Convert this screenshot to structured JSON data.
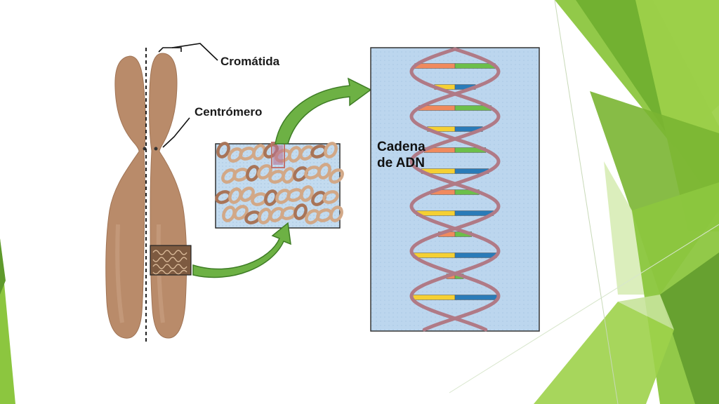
{
  "slide": {
    "theme_colors": {
      "green_light": "#9dd14a",
      "green_mid": "#7ab532",
      "green_dark": "#5f9a2c",
      "green_pale": "#d7ecb5"
    }
  },
  "diagram": {
    "labels": {
      "chromatid": "Cromátida",
      "centromere": "Centrómero",
      "dna_line1": "Cadena",
      "dna_line2": "de ADN"
    },
    "colors": {
      "chromosome_fill": "#b98b6a",
      "chromosome_shadow": "#9c7052",
      "dna_panel_bg": "#bcd6ee",
      "dna_backbone": "#b07a86",
      "arrow_fill": "#6db144",
      "base_pair_colors": [
        "#f08a5d",
        "#6cbf4a",
        "#f5d033",
        "#2a7bb8"
      ]
    }
  }
}
